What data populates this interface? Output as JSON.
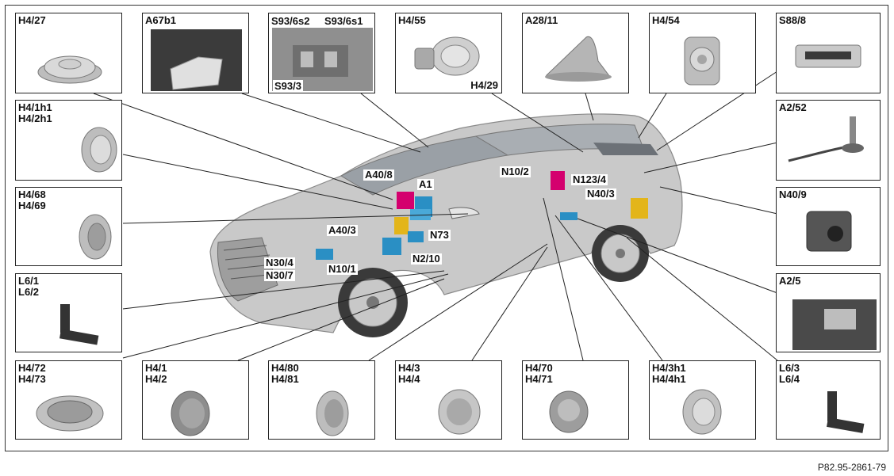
{
  "boxes": {
    "h4_27": {
      "label": "H4/27"
    },
    "a67b1": {
      "label": "A67b1"
    },
    "s93": {
      "label_a": "S93/6s2",
      "label_b": "S93/6s1",
      "label_c": "S93/3"
    },
    "h4_55": {
      "label": "H4/55",
      "label_b": "H4/29"
    },
    "a28_11": {
      "label": "A28/11"
    },
    "h4_54": {
      "label": "H4/54"
    },
    "s88_8": {
      "label": "S88/8"
    },
    "h4_1h1": {
      "label": "H4/1h1\nH4/2h1"
    },
    "a2_52": {
      "label": "A2/52"
    },
    "h4_68": {
      "label": "H4/68\nH4/69"
    },
    "n40_9": {
      "label": "N40/9"
    },
    "l6_1": {
      "label": "L6/1\nL6/2"
    },
    "a2_5": {
      "label": "A2/5"
    },
    "h4_72": {
      "label": "H4/72\nH4/73"
    },
    "h4_1": {
      "label": "H4/1\nH4/2"
    },
    "h4_80": {
      "label": "H4/80\nH4/81"
    },
    "h4_3": {
      "label": "H4/3\nH4/4"
    },
    "h4_70": {
      "label": "H4/70\nH4/71"
    },
    "h4_3h1": {
      "label": "H4/3h1\nH4/4h1"
    },
    "l6_3": {
      "label": "L6/3\nL6/4"
    }
  },
  "callouts": {
    "a40_8": "A40/8",
    "a1": "A1",
    "n10_2": "N10/2",
    "n123_4": "N123/4",
    "n40_3": "N40/3",
    "a40_3": "A40/3",
    "n73": "N73",
    "n2_10": "N2/10",
    "n30_4": "N30/4",
    "n30_7": "N30/7",
    "n10_1": "N10/1"
  },
  "reference": "P82.95-2861-79"
}
